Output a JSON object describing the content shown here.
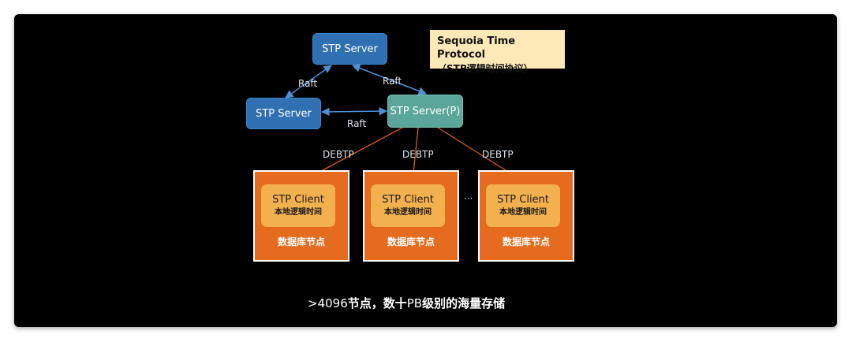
{
  "title_box": {
    "line1": "Sequoia Time Protocol",
    "line2": "（STP逻辑时间协议）"
  },
  "servers": {
    "top": "STP Server",
    "left": "STP Server",
    "primary": "STP Server(P)"
  },
  "links": {
    "raft_left": "Raft",
    "raft_right": "Raft",
    "raft_bottom": "Raft",
    "debtp_1": "DEBTP",
    "debtp_2": "DEBTP",
    "debtp_3": "DEBTP"
  },
  "nodes": [
    {
      "client": "STP Client",
      "clock": "本地逻辑时间",
      "label": "数据库节点"
    },
    {
      "client": "STP Client",
      "clock": "本地逻辑时间",
      "label": "数据库节点"
    },
    {
      "client": "STP Client",
      "clock": "本地逻辑时间",
      "label": "数据库节点"
    }
  ],
  "ellipsis": "···",
  "footer": {
    "prefix": ">4096",
    "bold1": "节点，数十",
    "mid": "PB",
    "bold2": "级别的海量存储"
  },
  "colors": {
    "server_blue": "#2f6fb2",
    "server_primary": "#5aa69a",
    "raft_arrow": "#4f8fd8",
    "debtp_arrow": "#d9571b",
    "node_fill": "#e56c1f",
    "client_fill": "#f3b04f",
    "title_fill": "#fde9b7"
  }
}
